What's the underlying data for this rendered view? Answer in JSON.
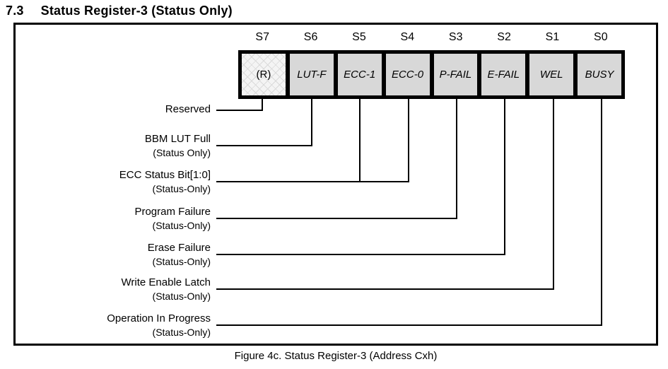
{
  "page": {
    "section_number": "7.3",
    "section_title": "Status Register-3 (Status Only)",
    "caption": "Figure 4c. Status Register-3 (Address Cxh)"
  },
  "register": {
    "bits": [
      {
        "index": "S7",
        "label": "(R)",
        "reserved": true
      },
      {
        "index": "S6",
        "label": "LUT-F",
        "reserved": false
      },
      {
        "index": "S5",
        "label": "ECC-1",
        "reserved": false
      },
      {
        "index": "S4",
        "label": "ECC-0",
        "reserved": false
      },
      {
        "index": "S3",
        "label": "P-FAIL",
        "reserved": false
      },
      {
        "index": "S2",
        "label": "E-FAIL",
        "reserved": false
      },
      {
        "index": "S1",
        "label": "WEL",
        "reserved": false
      },
      {
        "index": "S0",
        "label": "BUSY",
        "reserved": false
      }
    ]
  },
  "signals": [
    {
      "name": "Reserved",
      "qualifier": ""
    },
    {
      "name": "BBM LUT Full",
      "qualifier": "(Status Only)"
    },
    {
      "name": "ECC Status Bit[1:0]",
      "qualifier": "(Status-Only)"
    },
    {
      "name": "Program Failure",
      "qualifier": "(Status-Only)"
    },
    {
      "name": "Erase Failure",
      "qualifier": "(Status-Only)"
    },
    {
      "name": "Write Enable Latch",
      "qualifier": "(Status-Only)"
    },
    {
      "name": "Operation In Progress",
      "qualifier": "(Status-Only)"
    }
  ],
  "colors": {
    "background": "#ffffff",
    "line": "#000000",
    "cell_fill": "#d8d8d8",
    "reserved_cell_fill": "#f4f4f4"
  }
}
